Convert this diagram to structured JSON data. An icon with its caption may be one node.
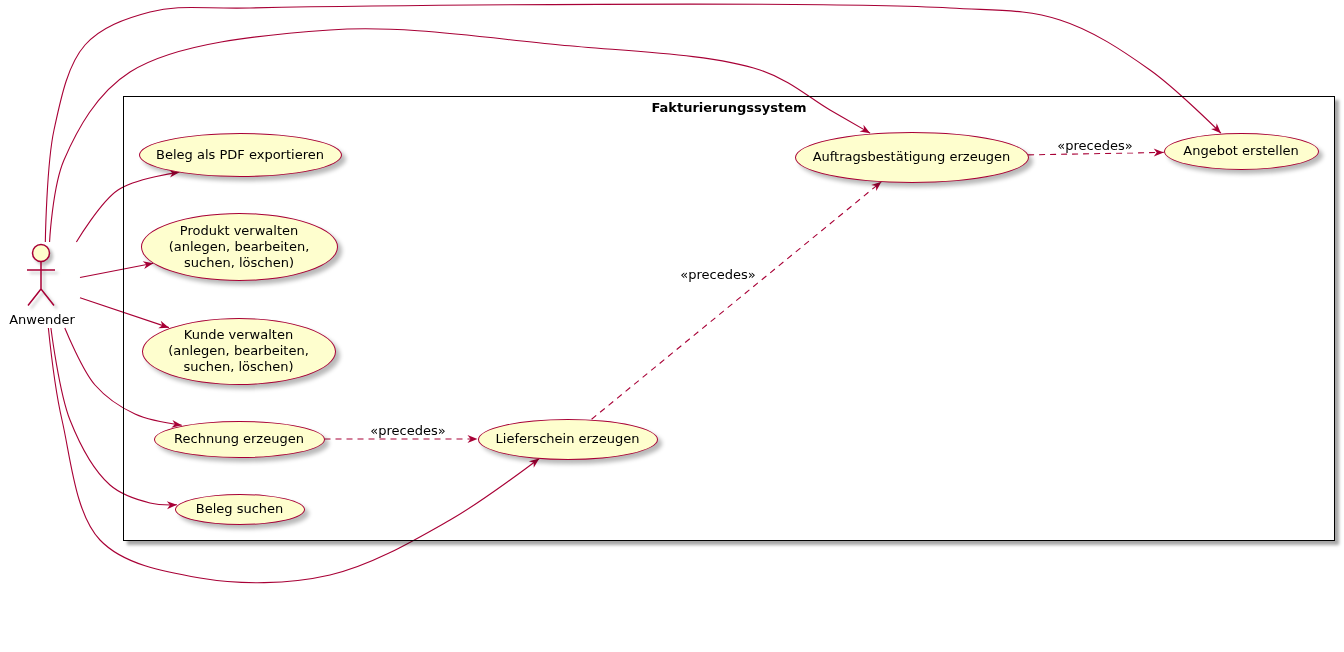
{
  "diagram": {
    "nodes": [
      {
        "text": [
          "Anwender"
        ]
      },
      {
        "text": [
          "Fakturierungssystem"
        ]
      },
      {
        "text": [
          "Beleg als PDF exportieren"
        ],
        "in": 1
      },
      {
        "text": [
          "Auftragsbestätigung erzeugen"
        ],
        "in": 1
      },
      {
        "text": [
          "Angebot erstellen"
        ],
        "in": 1
      },
      {
        "text": [
          "Produkt verwalten (anlegen, bearbeiten, suchen, löschen)"
        ],
        "in": 1
      },
      {
        "text": [
          "Kunde verwalten (anlegen, bearbeiten, suchen, löschen)"
        ],
        "in": 1
      },
      {
        "text": [
          "Rechnung erzeugen"
        ],
        "in": 1
      },
      {
        "text": [
          "Lieferschein erzeugen"
        ],
        "in": 1
      },
      {
        "text": [
          "Beleg suchen"
        ],
        "in": 1
      }
    ],
    "edges": [
      {
        "from": 0,
        "to": 4,
        "arrow": "to"
      },
      {
        "from": 0,
        "to": 3,
        "arrow": "to"
      },
      {
        "from": 0,
        "to": 2,
        "arrow": "to"
      },
      {
        "from": 0,
        "to": 5,
        "arrow": "to"
      },
      {
        "from": 0,
        "to": 6,
        "arrow": "to"
      },
      {
        "from": 0,
        "to": 7,
        "arrow": "to"
      },
      {
        "from": 0,
        "to": 9,
        "arrow": "to"
      },
      {
        "from": 0,
        "to": 8,
        "arrow": "to"
      },
      {
        "from": 3,
        "to": 4,
        "label": "«precedes»",
        "arrow": "to",
        "style": "dashed"
      },
      {
        "from": 7,
        "to": 8,
        "label": "«precedes»",
        "arrow": "to",
        "style": "dashed"
      },
      {
        "from": 8,
        "to": 3,
        "label": "«precedes»",
        "arrow": "to",
        "style": "dashed"
      }
    ]
  }
}
